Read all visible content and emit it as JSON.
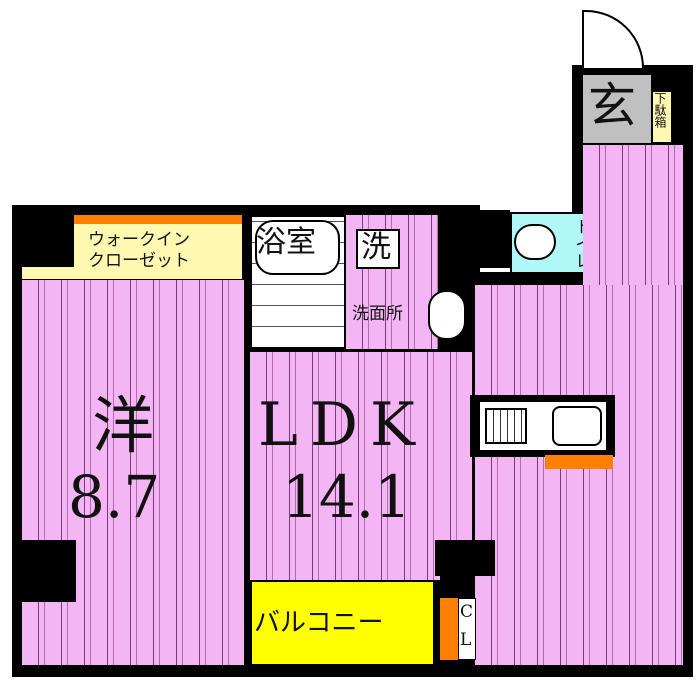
{
  "rooms": {
    "western": {
      "kanji": "洋",
      "size": "8.7"
    },
    "ldk": {
      "label": "LDK",
      "size": "14.1"
    },
    "walk_in_closet": {
      "line1": "ウォークイン",
      "line2": "クローゼット"
    },
    "bath": "浴室",
    "washer": "洗",
    "washroom": "洗面所",
    "toilet": "トイレ",
    "entrance": "玄",
    "shoe_box": "下駄箱",
    "balcony": "バルコニー",
    "closet": {
      "c": "C",
      "l": "L"
    }
  },
  "colors": {
    "room": "#f3b5f3",
    "closet": "#fff8b0",
    "balcony": "#ffff00",
    "toilet": "#b0f8f8",
    "accent": "#ff7f00",
    "entrance": "#c0c0c0"
  }
}
